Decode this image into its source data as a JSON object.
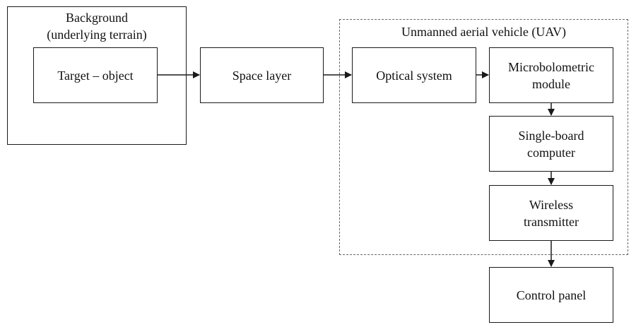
{
  "background": {
    "line1": "Background",
    "line2": "(underlying terrain)"
  },
  "uav": {
    "title": "Unmanned aerial vehicle (UAV)"
  },
  "nodes": {
    "target": "Target – object",
    "space": "Space layer",
    "optical": "Optical system",
    "micro1": "Microbolometric",
    "micro2": "module",
    "sbc1": "Single-board",
    "sbc2": "computer",
    "wireless1": "Wireless",
    "wireless2": "transmitter",
    "control": "Control panel"
  },
  "colors": {
    "line": "#1a1a1a",
    "dashed_border": "#666666"
  }
}
